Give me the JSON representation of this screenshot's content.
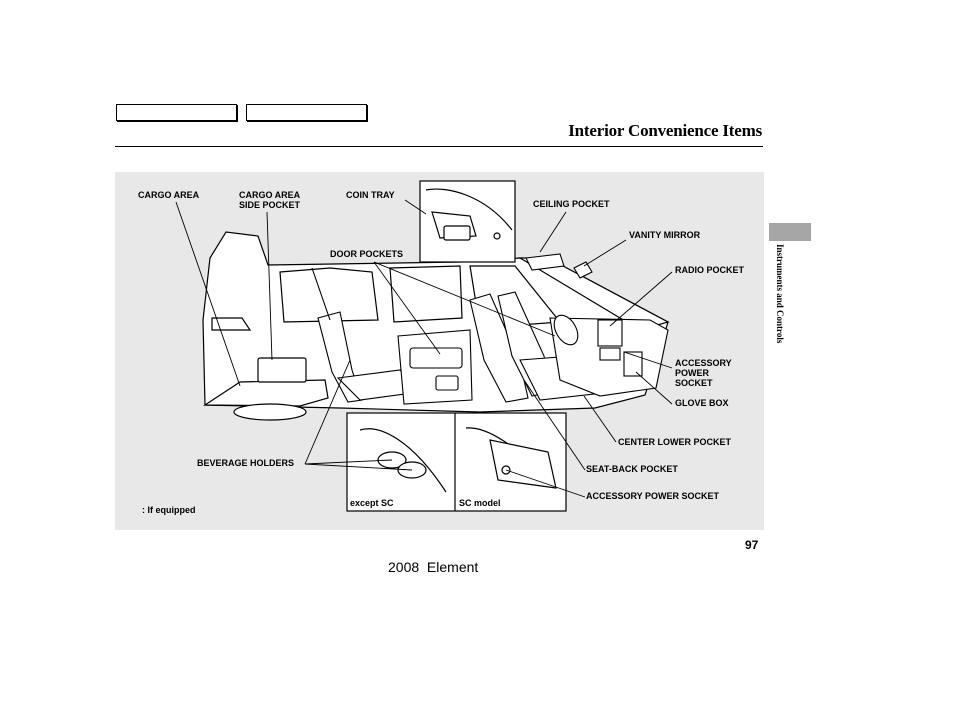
{
  "header": {
    "title": "Interior Convenience Items"
  },
  "side_tab": {
    "label": "Instruments and Controls"
  },
  "diagram": {
    "labels": {
      "cargo_area": "CARGO AREA",
      "cargo_side_pocket": "CARGO AREA\nSIDE POCKET",
      "coin_tray": "COIN TRAY",
      "ceiling_pocket": "CEILING POCKET",
      "vanity_mirror": "VANITY MIRROR",
      "door_pockets": "DOOR POCKETS",
      "radio_pocket": "RADIO POCKET",
      "accessory_power_socket": "ACCESSORY\nPOWER\nSOCKET",
      "glove_box": "GLOVE BOX",
      "center_lower_pocket": "CENTER LOWER POCKET",
      "beverage_holders": "BEVERAGE HOLDERS",
      "seat_back_pocket": "SEAT-BACK POCKET",
      "accessory_power_socket_2": "ACCESSORY POWER SOCKET",
      "if_equipped": ": If equipped",
      "except_sc": "except SC",
      "sc_model": "SC model"
    }
  },
  "page": {
    "number": "97",
    "footer": "2008  Element"
  }
}
